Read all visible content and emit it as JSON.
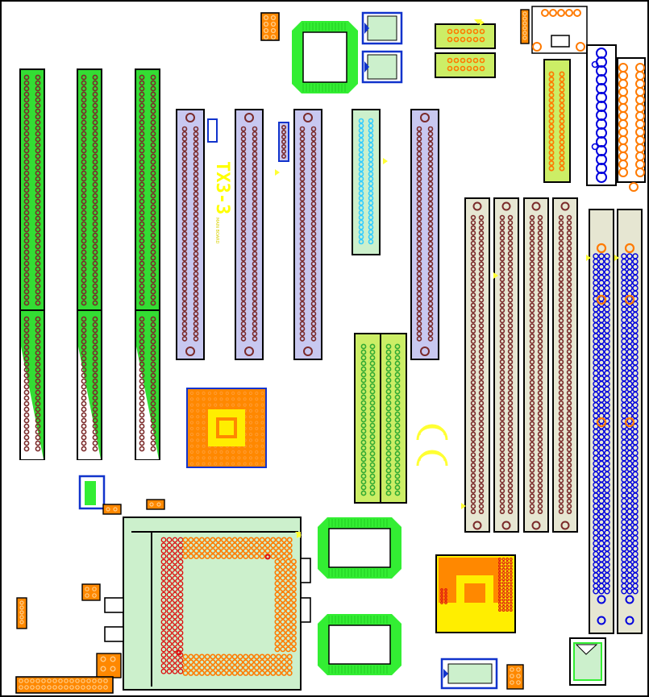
{
  "diagram": {
    "type": "motherboard-layout",
    "colors": {
      "background": "#ffffff",
      "outline": "#000000",
      "pin_brown": "#7a2a2a",
      "pin_blue": "#0000dd",
      "pin_orange": "#ff7a00",
      "pin_cyan": "#33ccff",
      "pin_green": "#33aa33",
      "pin_red": "#dd1111",
      "slot_green": "#33dd33",
      "slot_lavender": "#c8c8f0",
      "slot_gray": "#e6e6d2",
      "slot_lightgreen": "#ccf0cc",
      "slot_lime": "#ccee66",
      "slot_yellow": "#ffff33",
      "chip_green": "#33ee33",
      "chip_yellow": "#ffee00",
      "chip_orange": "#ff8800",
      "accent_blue": "#1133cc"
    },
    "silkscreen": {
      "board_id": "TX3-3",
      "small_text": "MAIN BOARD"
    }
  }
}
